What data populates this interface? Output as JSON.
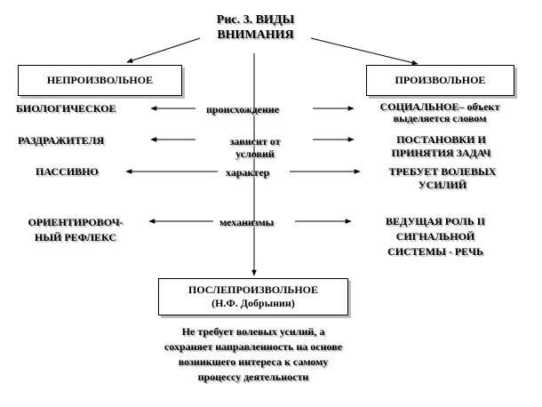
{
  "title": {
    "line1": "Рис. 3. ВИДЫ",
    "line2": "ВНИМАНИЯ"
  },
  "boxes": {
    "involuntary": "НЕПРОИЗВОЛЬНОЕ",
    "voluntary": "ПРОИЗВОЛЬНОЕ",
    "post_voluntary_line1": "ПОСЛЕПРОИЗВОЛЬНОЕ",
    "post_voluntary_line2": "(Н.Ф. Добрынин)"
  },
  "rows": [
    {
      "left": "БИОЛОГИЧЕСКОЕ",
      "center": "происхождение",
      "right_line1": "СОЦИАЛЬНОЕ– объект",
      "right_line2": "выделяется словом"
    },
    {
      "left": "РАЗДРАЖИТЕЛЯ",
      "center_line1": "зависит от",
      "center_line2": "условий",
      "right_line1": "ПОСТАНОВКИ И",
      "right_line2": "ПРИНЯТИЯ ЗАДАЧ"
    },
    {
      "left": "ПАССИВНО",
      "center": "характер",
      "right_line1": "ТРЕБУЕТ ВОЛЕВЫХ",
      "right_line2": "УСИЛИЙ"
    },
    {
      "left_line1": "ОРИЕНТИРОВОЧ-",
      "left_line2": "НЫЙ РЕФЛЕКС",
      "center": "механизмы",
      "right_line1": "ВЕДУЩАЯ РОЛЬ II",
      "right_line2": "СИГНАЛЬНОЙ",
      "right_line3": "СИСТЕМЫ - РЕЧЬ"
    }
  ],
  "note": {
    "line1": "Не требует волевых усилий, а",
    "line2": "сохраняет направленность на основе",
    "line3": "возникшего интереса к самому",
    "line4": "процессу деятельности"
  }
}
